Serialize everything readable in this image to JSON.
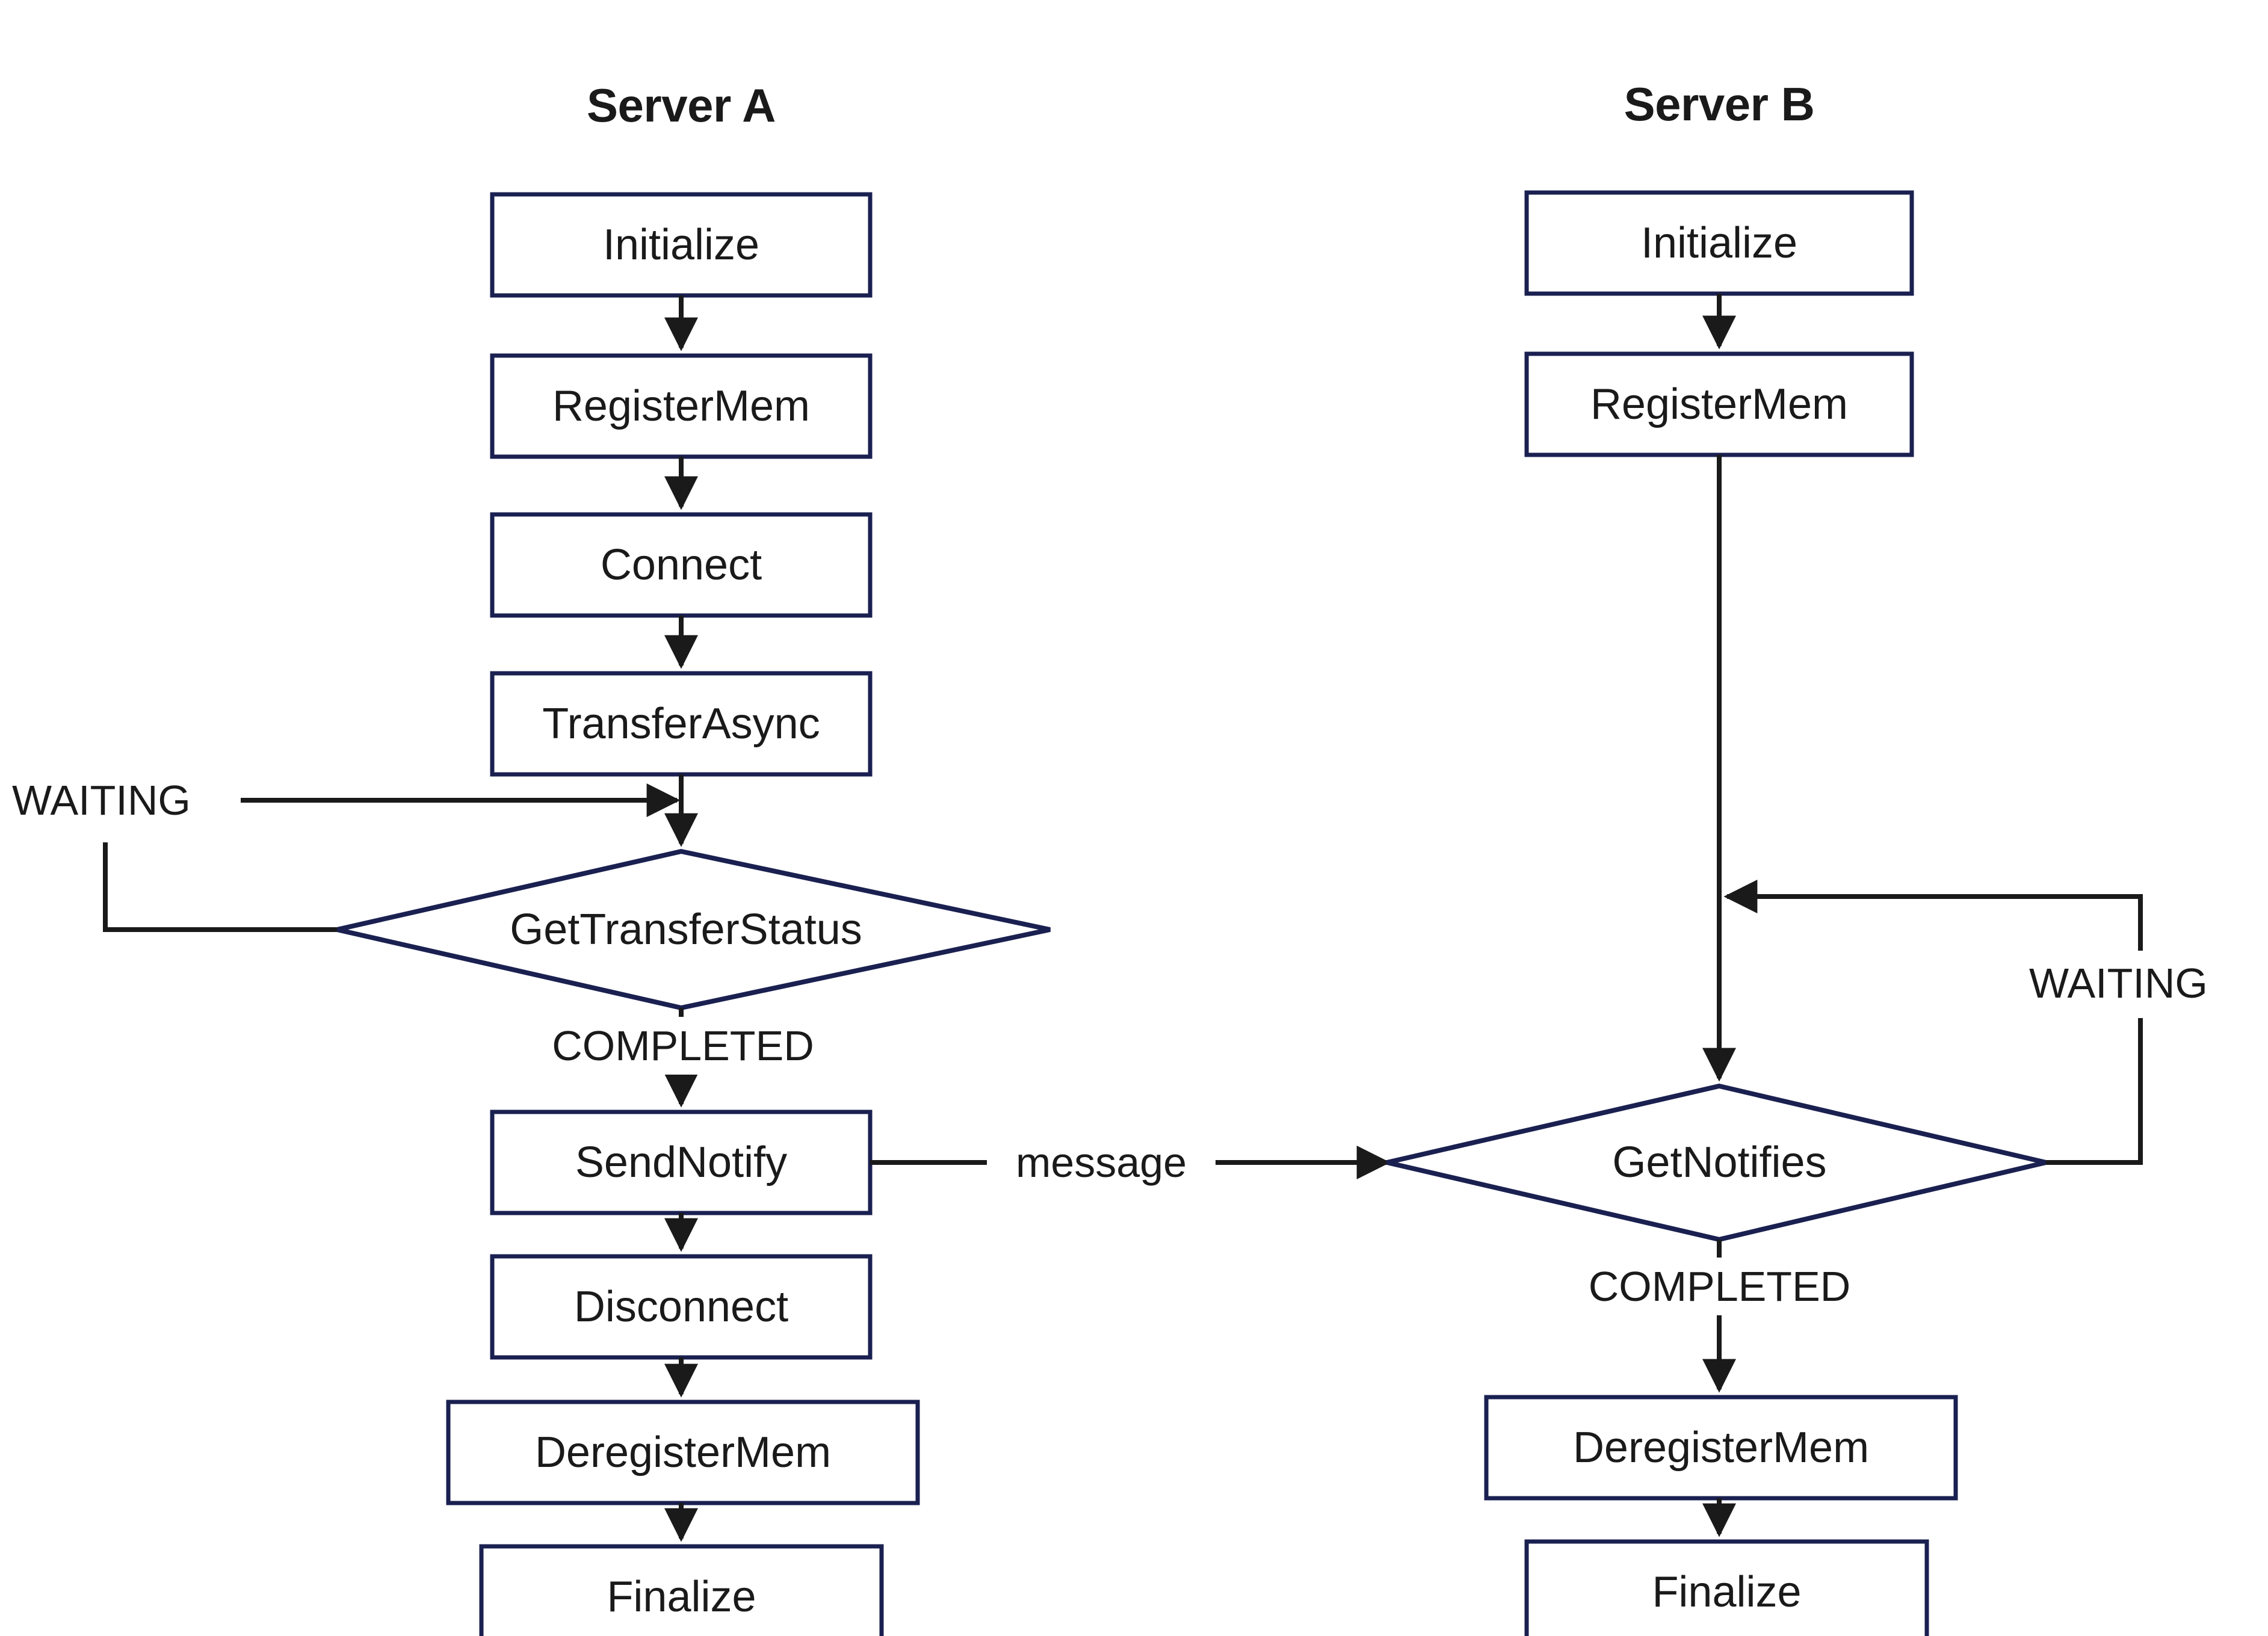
{
  "diagram": {
    "title": "Server A / Server B asynchronous transfer flowchart",
    "colors": {
      "node_border": "#1a2050",
      "node_fill": "#ffffff",
      "edge_line": "#1a1a1a",
      "text": "#1a1a1a",
      "background": "#ffffff"
    },
    "columns": [
      {
        "id": "server-a",
        "title": "Server A"
      },
      {
        "id": "server-b",
        "title": "Server B"
      }
    ],
    "nodes": {
      "a_initialize": {
        "label": "Initialize",
        "shape": "process"
      },
      "a_registermem": {
        "label": "RegisterMem",
        "shape": "process"
      },
      "a_connect": {
        "label": "Connect",
        "shape": "process"
      },
      "a_transferasync": {
        "label": "TransferAsync",
        "shape": "process"
      },
      "a_gettransfer": {
        "label": "GetTransferStatus",
        "shape": "decision"
      },
      "a_sendnotify": {
        "label": "SendNotify",
        "shape": "process"
      },
      "a_disconnect": {
        "label": "Disconnect",
        "shape": "process"
      },
      "a_deregistermem": {
        "label": "DeregisterMem",
        "shape": "process"
      },
      "a_finalize": {
        "label": "Finalize",
        "shape": "process"
      },
      "b_initialize": {
        "label": "Initialize",
        "shape": "process"
      },
      "b_registermem": {
        "label": "RegisterMem",
        "shape": "process"
      },
      "b_getnotifies": {
        "label": "GetNotifies",
        "shape": "decision"
      },
      "b_deregistermem": {
        "label": "DeregisterMem",
        "shape": "process"
      },
      "b_finalize": {
        "label": "Finalize",
        "shape": "process"
      }
    },
    "edge_labels": {
      "a_waiting": "WAITING",
      "a_completed": "COMPLETED",
      "message": "message",
      "b_waiting": "WAITING",
      "b_completed": "COMPLETED"
    }
  }
}
